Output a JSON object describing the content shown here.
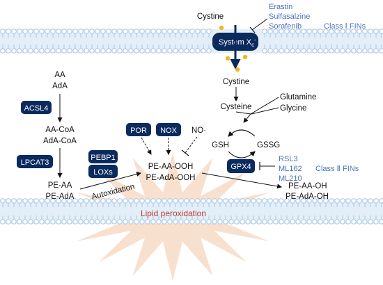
{
  "top_right": {
    "inhibitors": [
      "Erastin",
      "Sulfasalzine",
      "Sorafenib"
    ],
    "class_label": "Class Ⅰ FINs"
  },
  "cystine_top": "Cystine",
  "transporter": {
    "label": "System X",
    "sub": "c",
    "sup": "-"
  },
  "right_chain": {
    "cystine": "Cystine",
    "cysteine": "Cysteine",
    "glutamine": "Glutamine",
    "glycine": "Glycine",
    "gsh": "GSH",
    "gssg": "GSSG",
    "gpx4": "GPX4",
    "class2_inhibitors": [
      "RSL3",
      "ML162",
      "ML210"
    ],
    "class2_label": "Class Ⅱ FINs",
    "products": [
      "PE-AA-OH",
      "PE-AdA-OH"
    ]
  },
  "left_chain": {
    "fatty_acids": [
      "AA",
      "AdA"
    ],
    "acsl4": "ACSL4",
    "coa": [
      "AA-CoA",
      "AdA-CoA"
    ],
    "lpcat3": "LPCAT3",
    "pe": [
      "PE-AA",
      "PE-AdA"
    ]
  },
  "middle": {
    "por": "POR",
    "nox": "NOX",
    "no": "NO·",
    "pebp1": "PEBP1",
    "loxs": "LOXs",
    "autoxidation": "Autoxidation",
    "peroxides": [
      "PE-AA-OOH",
      "PE-AdA-OOH"
    ]
  },
  "lipid_peroxidation": "Lipid peroxidation",
  "colors": {
    "navy": "#0b2a5e",
    "membrane": "#a9c6e4",
    "membrane_band": "#e3eef8",
    "blue_text": "#4a72b8",
    "red_text": "#c0392b",
    "star": "#f7ddc9",
    "yellow": "#f2b81a"
  }
}
